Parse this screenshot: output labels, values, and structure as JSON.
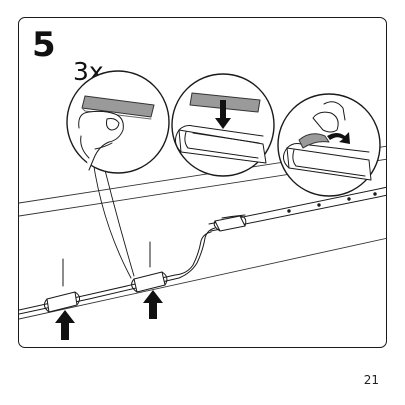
{
  "step": {
    "number": "5",
    "quantity": "3x"
  },
  "page": {
    "number": "21"
  },
  "illustration": {
    "details": [
      "tape-strip-with-finger-detail",
      "tape-pressed-into-clip-detail",
      "backing-peeled-detail"
    ],
    "arrows": [
      "up-arrow",
      "up-arrow",
      "down-arrow",
      "peel-arrow"
    ]
  }
}
